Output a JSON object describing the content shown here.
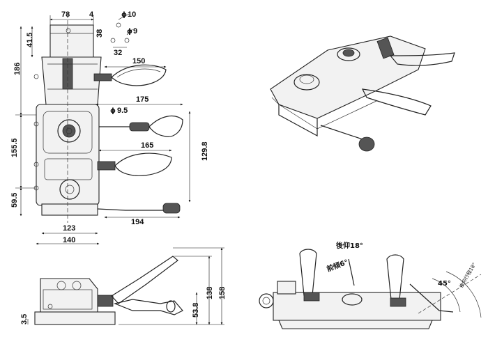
{
  "top_view": {
    "dims": {
      "w78": "78",
      "w4": "4",
      "h38": "38",
      "dia10": "10",
      "dia9": "9",
      "w32": "32",
      "h41_5": "41.5",
      "h186": "186",
      "w150": "150",
      "w175": "175",
      "dia9_5": "9.5",
      "h155_5": "155.5",
      "w165": "165",
      "h129_8": "129.8",
      "h59_5": "59.5",
      "w194": "194",
      "w123": "123",
      "w140": "140"
    }
  },
  "side_view": {
    "dims": {
      "h3_5": "3.5",
      "h53_8": "53.8",
      "h138": "138",
      "h158": "158"
    }
  },
  "rear_view": {
    "labels": {
      "back_tilt": "後仰18°",
      "forward_tilt": "前傾6°",
      "angle45": "45°",
      "back_range": "後仰行程18°"
    }
  }
}
